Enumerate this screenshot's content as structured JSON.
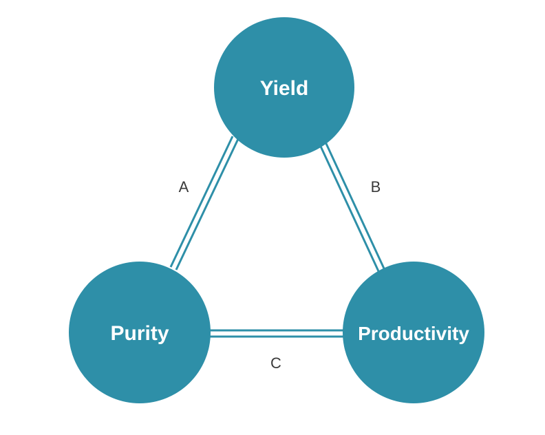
{
  "diagram": {
    "nodes": {
      "yield": {
        "label": "Yield"
      },
      "purity": {
        "label": "Purity"
      },
      "productivity": {
        "label": "Productivity"
      }
    },
    "edges": {
      "a": {
        "label": "A",
        "from": "purity",
        "to": "yield"
      },
      "b": {
        "label": "B",
        "from": "yield",
        "to": "productivity"
      },
      "c": {
        "label": "C",
        "from": "purity",
        "to": "productivity"
      }
    },
    "colors": {
      "node_fill": "#2e8fa8",
      "edge_stroke": "#2e8fa8",
      "node_text": "#ffffff",
      "edge_text": "#3a3a3a"
    }
  }
}
